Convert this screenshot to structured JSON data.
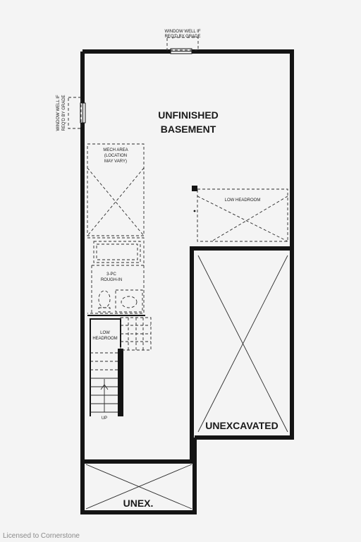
{
  "rooms": {
    "unfinished_basement": [
      "UNFINISHED",
      "BASEMENT"
    ],
    "unexcavated": "UNEXCAVATED",
    "unex": "UNEX."
  },
  "notes": {
    "window_well_top": [
      "WINDOW WELL IF",
      "REQ'D BY GRADE"
    ],
    "window_well_left": [
      "WINDOW WELL IF",
      "REQ'D BY GRADE"
    ],
    "mech_area": [
      "MECH AREA",
      "(LOCATION",
      "MAY VARY)"
    ],
    "low_headroom_right": "LOW HEADROOM",
    "three_pc": [
      "3-PC",
      "ROUGH-IN"
    ],
    "low_headroom_stair": [
      "LOW",
      "HEADROOM"
    ],
    "up": "UP"
  },
  "footer": {
    "license": "Licensed to Cornerstone"
  }
}
